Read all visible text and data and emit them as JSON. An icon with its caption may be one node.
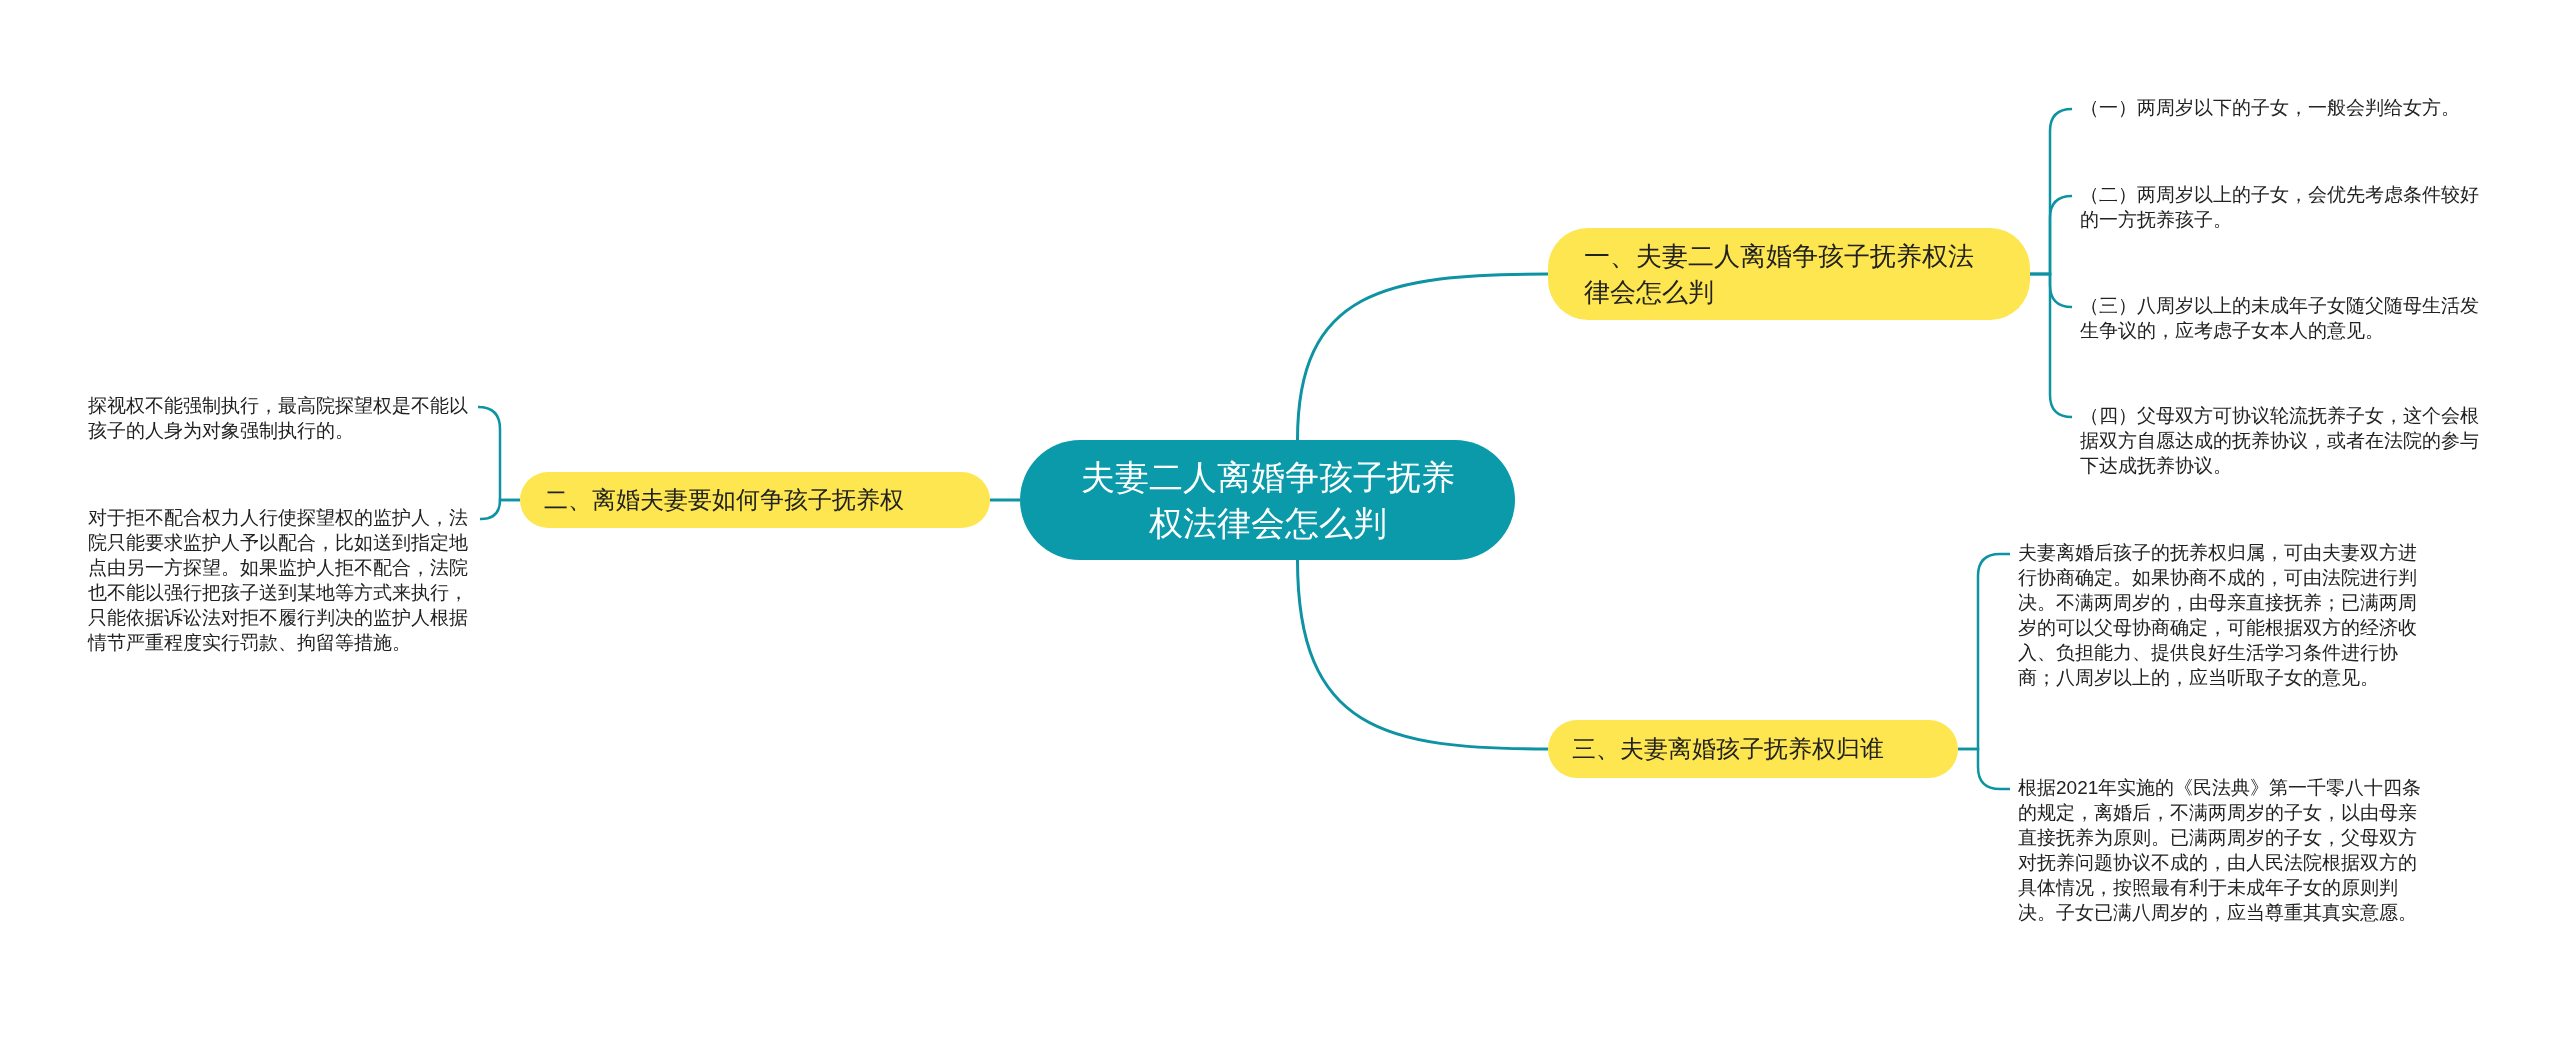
{
  "diagram": {
    "nodes": [
      {
        "text": [
          "夫妻二人离婚争孩子抚养权法律会怎么判"
        ]
      },
      {
        "text": [
          "一、夫妻二人离婚争孩子抚养权法律会怎么判"
        ]
      },
      {
        "text": [
          "（一）两周岁以下的子女，一般会判给女方。"
        ]
      },
      {
        "text": [
          "（二）两周岁以上的子女，会优先考虑条件较好的一方抚养孩子。"
        ]
      },
      {
        "text": [
          "（三）八周岁以上的未成年子女随父随母生活发生争议的，应考虑子女本人的意见。"
        ]
      },
      {
        "text": [
          "（四）父母双方可协议轮流抚养子女，这个会根据双方自愿达成的抚养协议，或者在法院的参与下达成抚养协议。"
        ]
      },
      {
        "text": [
          "二、离婚夫妻要如何争孩子抚养权"
        ]
      },
      {
        "text": [
          "探视权不能强制执行，最高院探望权是不能以孩子的人身为对象强制执行的。"
        ]
      },
      {
        "text": [
          "对于拒不配合权力人行使探望权的监护人，法院只能要求监护人予以配合，比如送到指定地点由另一方探望。如果监护人拒不配合，法院也不能以强行把孩子送到某地等方式来执行，只能依据诉讼法对拒不履行判决的监护人根据情节严重程度实行罚款、拘留等措施。"
        ]
      },
      {
        "text": [
          "三、夫妻离婚孩子抚养权归谁"
        ]
      },
      {
        "text": [
          "夫妻离婚后孩子的抚养权归属，可由夫妻双方进行协商确定。如果协商不成的，可由法院进行判决。不满两周岁的，由母亲直接抚养；已满两周岁的可以父母协商确定，可能根据双方的经济收入、负担能力、提供良好生活学习条件进行协商；八周岁以上的，应当听取子女的意见。"
        ]
      },
      {
        "text": [
          "根据2021年实施的《民法典》第一千零八十四条的规定，离婚后，不满两周岁的子女，以由母亲直接抚养为原则。已满两周岁的子女，父母双方对抚养问题协议不成的，由人民法院根据双方的具体情况，按照最有利于未成年子女的原则判决。子女已满八周岁的，应当尊重其真实意愿。"
        ]
      }
    ],
    "edges": [
      {
        "from": 0,
        "to": 1,
        "arrow": "none"
      },
      {
        "from": 1,
        "to": 2,
        "arrow": "none"
      },
      {
        "from": 1,
        "to": 3,
        "arrow": "none"
      },
      {
        "from": 1,
        "to": 4,
        "arrow": "none"
      },
      {
        "from": 1,
        "to": 5,
        "arrow": "none"
      },
      {
        "from": 0,
        "to": 6,
        "arrow": "none"
      },
      {
        "from": 6,
        "to": 7,
        "arrow": "none"
      },
      {
        "from": 6,
        "to": 8,
        "arrow": "none"
      },
      {
        "from": 0,
        "to": 9,
        "arrow": "none"
      },
      {
        "from": 9,
        "to": 10,
        "arrow": "none"
      },
      {
        "from": 9,
        "to": 11,
        "arrow": "none"
      }
    ]
  }
}
